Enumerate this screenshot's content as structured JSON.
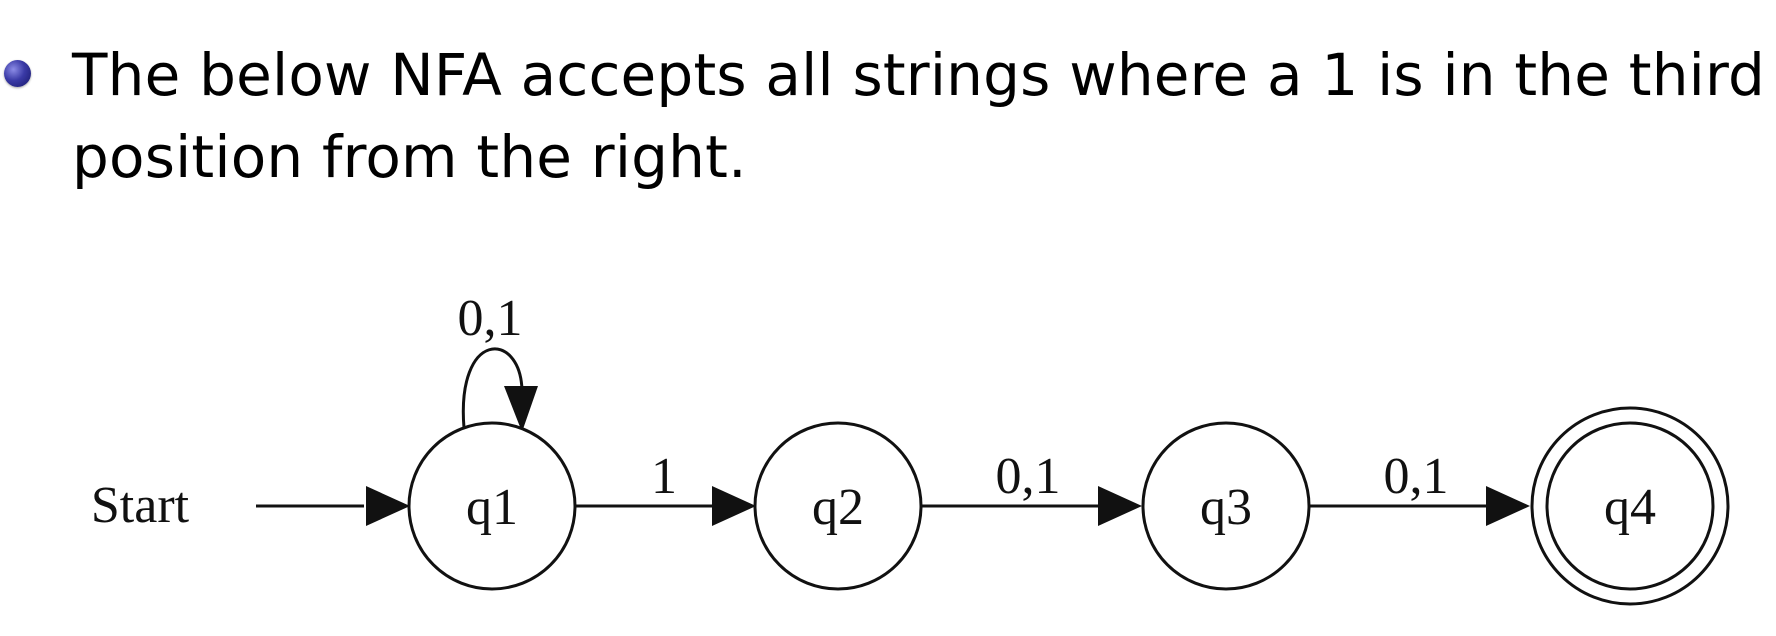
{
  "bullet": {
    "text": "The below NFA accepts all strings where a 1 is in the third position from the right."
  },
  "nfa": {
    "start_label": "Start",
    "states": [
      {
        "id": "q1",
        "label": "q1",
        "accepting": false,
        "start": true
      },
      {
        "id": "q2",
        "label": "q2",
        "accepting": false,
        "start": false
      },
      {
        "id": "q3",
        "label": "q3",
        "accepting": false,
        "start": false
      },
      {
        "id": "q4",
        "label": "q4",
        "accepting": true,
        "start": false
      }
    ],
    "transitions": [
      {
        "from": "q1",
        "to": "q1",
        "label": "0,1"
      },
      {
        "from": "q1",
        "to": "q2",
        "label": "1"
      },
      {
        "from": "q2",
        "to": "q3",
        "label": "0,1"
      },
      {
        "from": "q3",
        "to": "q4",
        "label": "0,1"
      }
    ]
  }
}
